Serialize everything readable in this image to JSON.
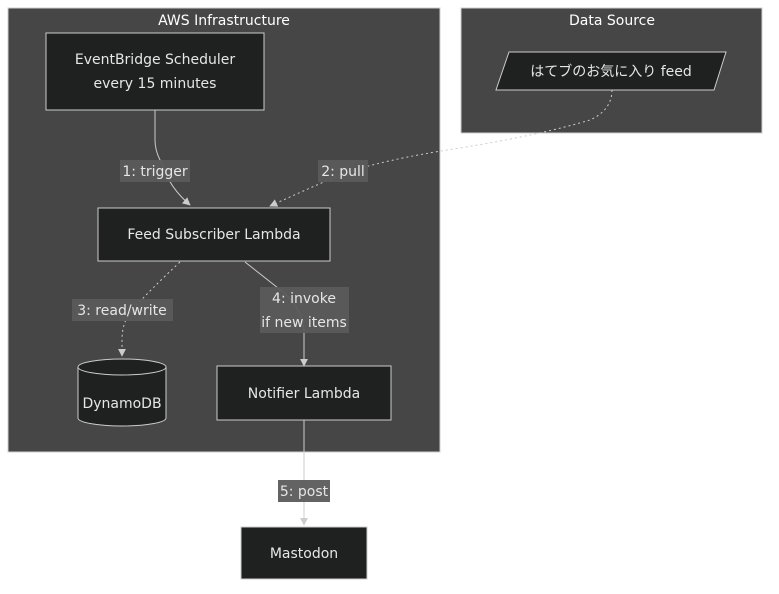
{
  "clusters": {
    "aws": {
      "title": "AWS Infrastructure"
    },
    "source": {
      "title": "Data Source"
    }
  },
  "nodes": {
    "scheduler": {
      "line1": "EventBridge Scheduler",
      "line2": "every 15 minutes"
    },
    "feed": {
      "label": "はてブのお気に入り feed"
    },
    "subscriber": {
      "label": "Feed Subscriber Lambda"
    },
    "dynamodb": {
      "label": "DynamoDB"
    },
    "notifier": {
      "label": "Notifier Lambda"
    },
    "mastodon": {
      "label": "Mastodon"
    }
  },
  "edges": {
    "trigger": {
      "label": "1: trigger"
    },
    "pull": {
      "label": "2: pull"
    },
    "readwrite": {
      "label": "3: read/write"
    },
    "invoke": {
      "line1": "4: invoke",
      "line2": "if new items"
    },
    "post": {
      "label": "5: post"
    }
  },
  "colors": {
    "cluster_fill": "#464646",
    "node_fill": "#1f2020",
    "edge": "#cccccc",
    "label_bg": "#5b5b5b",
    "text": "#e6e6e6"
  }
}
